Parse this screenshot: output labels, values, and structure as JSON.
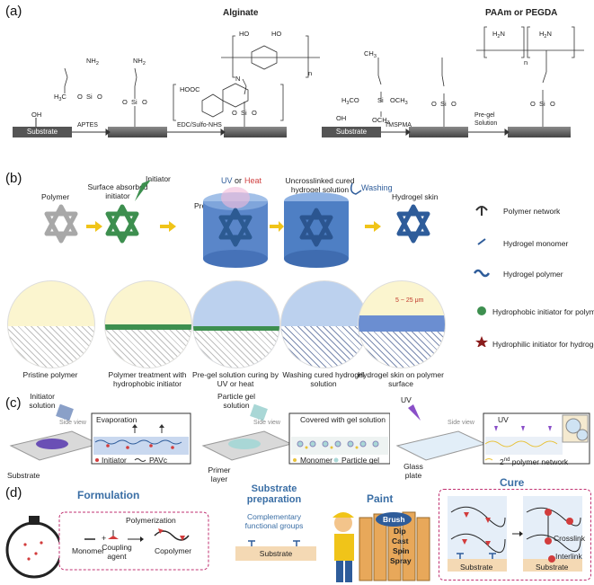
{
  "panel_a": {
    "letter": "(a)",
    "alginate_title": "Alginate",
    "paam_title": "PAAm or PEGDA",
    "substrate": "Substrate",
    "aptes": "APTES",
    "edc": "EDC/Sulfo-NHS",
    "tmspma": "TMSPMA",
    "pregel": "Pre-gel",
    "solution": "Solution",
    "oh": "OH",
    "nh2": "NH2",
    "h3co": "H3C",
    "si": "Si",
    "o": "O",
    "hooc": "HOOC",
    "ho": "HO",
    "n": "n",
    "h2n": "H2N",
    "ch3": "CH3",
    "och3": "OCH3",
    "h3co_full": "H3CO"
  },
  "panel_b": {
    "letter": "(b)",
    "steps": [
      {
        "top": "Polymer",
        "bottom": "Pristine polymer"
      },
      {
        "top": "Surface absorbed initiator",
        "bottom": "Polymer treatment with hydrophobic initiator"
      },
      {
        "top": "Pre-gel",
        "bottom": "Pre-gel solution curing by UV or heat"
      },
      {
        "top": "Uncrosslinked cured hydrogel solution",
        "bottom": "Washing cured hydrogel solution"
      },
      {
        "top": "Hydrogel skin",
        "bottom": "Hydrogel skin on polymer surface"
      }
    ],
    "initiator": "Initiator",
    "uv": "UV",
    "or": "or",
    "heat": "Heat",
    "washing": "Washing",
    "thickness": "5 ~ 25 μm",
    "legend": [
      "Polymer network",
      "Hydrogel monomer",
      "Hydrogel polymer",
      "Hydrophobic initiator for polymer",
      "Hydrophilic initiator for hydrogel"
    ],
    "colors": {
      "green": "#3d8f4f",
      "blue": "#2e5c9a",
      "gray": "#a8a8a8",
      "red": "#c0392b"
    }
  },
  "panel_c": {
    "letter": "(c)",
    "col1": {
      "solution": "Initiator solution",
      "substrate": "Substrate",
      "side_view": "Side view",
      "inset": "Evaporation",
      "legend_a": "Initiator",
      "legend_b": "PAVc"
    },
    "col2": {
      "solution": "Particle gel solution",
      "primer": "Primer layer",
      "side_view": "Side view",
      "inset": "Covered with gel solution",
      "legend_a": "Monomer",
      "legend_b": "Particle gel"
    },
    "col3": {
      "uv": "UV",
      "glass": "Glass plate",
      "side_view": "Side view",
      "inset": "UV",
      "legend_a": "2nd polymer network",
      "legend_sup": "nd",
      "legend_num": "2",
      "legend_rest": "polymer network"
    }
  },
  "panel_d": {
    "letter": "(d)",
    "formulation": "Formulation",
    "polymerization": "Polymerization",
    "monomer": "Monomer",
    "coupling": "Coupling agent",
    "copolymer": "Copolymer",
    "substrate_prep": "Substrate preparation",
    "complementary": "Complementary functional groups",
    "substrate": "Substrate",
    "paint": "Paint",
    "brush": "Brush",
    "methods": [
      "Dip",
      "Cast",
      "Spin",
      "Spray"
    ],
    "cure": "Cure",
    "crosslink": "Crosslink",
    "interlink": "Interlink"
  }
}
